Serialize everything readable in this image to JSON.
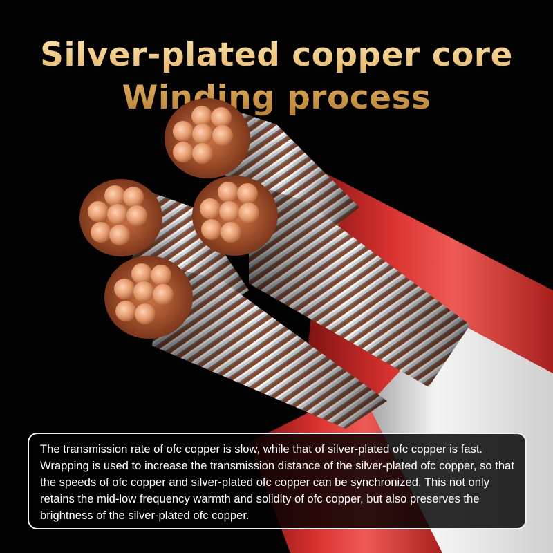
{
  "headline": {
    "line1": "Silver-plated copper core",
    "line2": "Winding process"
  },
  "caption": {
    "text": "The transmission rate of ofc copper is slow, while that of silver-plated ofc copper is fast. Wrapping is used to increase the transmission distance of the silver-plated ofc copper, so that the speeds of ofc copper and silver-plated ofc copper can be synchronized. This not only retains the mid-low frequency warmth and solidity of ofc copper, but also preserves the brightness of the silver-plated ofc copper."
  },
  "colors": {
    "background": "#020202",
    "jacket_red": "#d32d2b",
    "jacket_white": "#e9e9e9",
    "silver": "#c9ccd0",
    "copper": "#d9895d",
    "headline_gold": "#e7b867"
  }
}
